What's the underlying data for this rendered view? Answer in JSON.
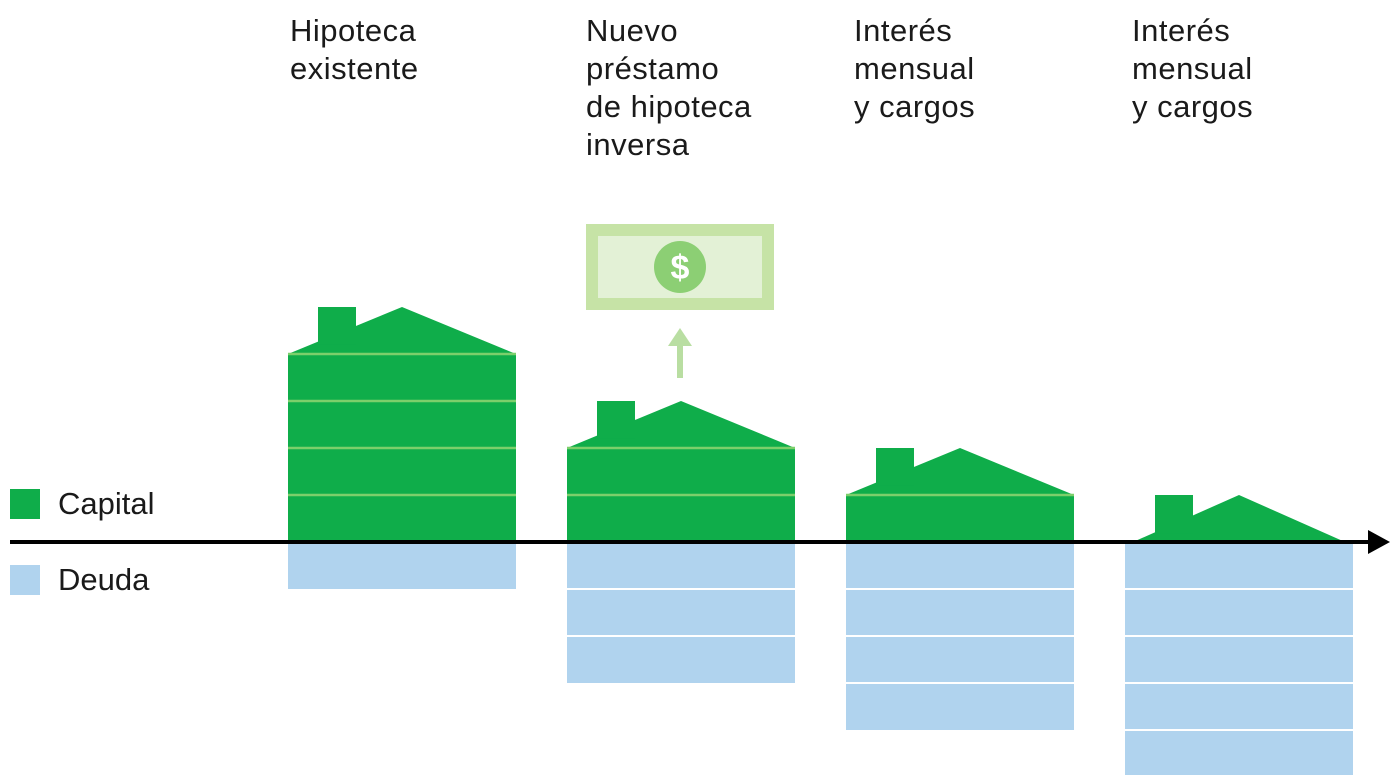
{
  "stages": [
    {
      "label_lines": [
        "Hipoteca",
        "existente"
      ],
      "capital_units": 4,
      "debt_units": 1
    },
    {
      "label_lines": [
        "Nuevo",
        "préstamo",
        "de hipoteca",
        "inversa"
      ],
      "capital_units": 2,
      "debt_units": 3
    },
    {
      "label_lines": [
        "Interés",
        "mensual",
        "y cargos"
      ],
      "capital_units": 1,
      "debt_units": 4
    },
    {
      "label_lines": [
        "Interés",
        "mensual",
        "y cargos"
      ],
      "capital_units": 0,
      "debt_units": 5
    }
  ],
  "legend": [
    {
      "label": "Capital",
      "color": "#0fad4a"
    },
    {
      "label": "Deuda",
      "color": "#b0d3ee"
    }
  ],
  "colors": {
    "capital": "#0fad4a",
    "capital_line": "#7ccf6b",
    "debt": "#b0d3ee",
    "debt_line": "#ffffff",
    "axis": "#000000",
    "cash": "#c6e3a6",
    "cash_inner": "#e3f1d6",
    "cash_coin": "#8ccf74",
    "arrow": "#b9dea2"
  },
  "icons": {
    "cash": "dollar-bill-icon",
    "cash_symbol": "$",
    "up_arrow": "up-arrow-icon"
  }
}
